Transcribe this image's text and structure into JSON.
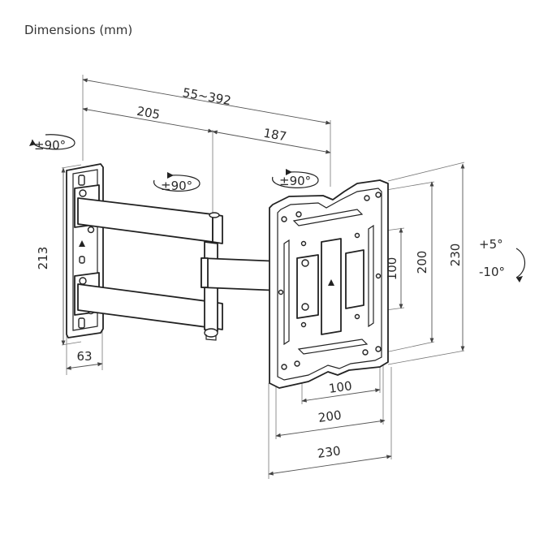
{
  "title": "Dimensions (mm)",
  "dimensions": {
    "arm_extension": "55~392",
    "arm_first": "205",
    "arm_second": "187",
    "wall_plate_height": "213",
    "wall_plate_width": "63",
    "vesa_small_v": "100",
    "vesa_large_v": "200",
    "plate_height": "230",
    "vesa_small_h": "100",
    "vesa_large_h": "200",
    "plate_width": "230"
  },
  "rotations": {
    "wall_swivel": "±90°",
    "arm_swivel": "±90°",
    "head_swivel": "±90°",
    "tilt_up": "+5°",
    "tilt_down": "-10°"
  },
  "icons": {
    "swivel": "swivel-arrow-icon",
    "tilt": "tilt-arrow-icon"
  }
}
